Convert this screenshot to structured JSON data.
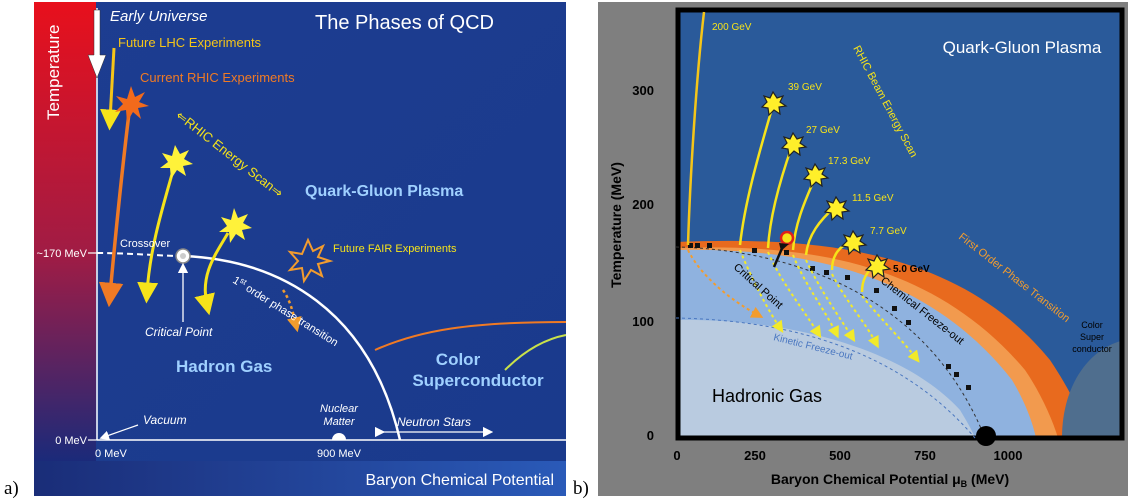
{
  "panel_a": {
    "letter": "a)",
    "title": "The Phases of QCD",
    "y_axis_label": "Temperature",
    "x_axis_label": "Baryon Chemical Potential",
    "temp_tick": "~170 MeV",
    "zero_temp_tick": "0 MeV",
    "x_tick_zero": "0 MeV",
    "x_tick_900": "900 MeV",
    "early_universe": "Early Universe",
    "future_lhc": "Future LHC Experiments",
    "current_rhic": "Current RHIC Experiments",
    "energy_scan": "⇐RHIC Energy Scan⇒",
    "qgp": "Quark-Gluon Plasma",
    "future_fair": "Future FAIR Experiments",
    "crossover": "Crossover",
    "critical_point": "Critical Point",
    "first_order_sup": "st",
    "first_order_pre": "1",
    "first_order_rest": " order phase transition",
    "hadron_gas": "Hadron Gas",
    "color_sc_1": "Color",
    "color_sc_2": "Superconductor",
    "vacuum": "Vacuum",
    "nuclear_1": "Nuclear",
    "nuclear_2": "Matter",
    "neutron_stars": "Neutron Stars"
  },
  "panel_b": {
    "letter": "b)",
    "qgp": "Quark-Gluon Plasma",
    "hadronic_gas": "Hadronic Gas",
    "rhic_scan": "RHIC Beam Energy Scan",
    "first_order": "First Order Phase Transition",
    "chem_freezeout": "Chemical Freeze-out",
    "kinetic_freezeout": "Kinetic Freeze-out",
    "critical_point": "Critical Point",
    "color_sc_1": "Color",
    "color_sc_2": "Super",
    "color_sc_3": "conductor",
    "y_label": "Temperature (MeV)",
    "x_label": "Baryon Chemical Potential μ",
    "x_label_sub": "B",
    "x_label_unit": " (MeV)",
    "y_ticks": [
      "300",
      "200",
      "100",
      "0"
    ],
    "x_ticks": [
      "0",
      "250",
      "500",
      "750",
      "1000"
    ],
    "energies": [
      "200 GeV",
      "39 GeV",
      "27 GeV",
      "17.3 GeV",
      "11.5 GeV",
      "7.7 GeV",
      "5.0 GeV"
    ]
  }
}
